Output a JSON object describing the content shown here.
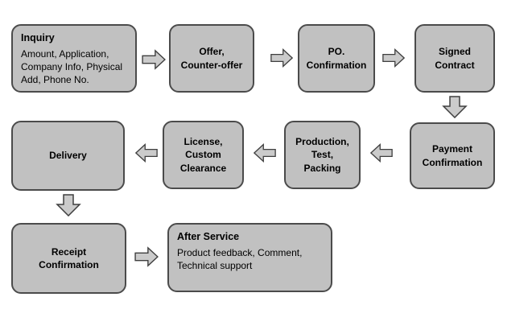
{
  "flowchart": {
    "nodes": {
      "inquiry": {
        "title": "Inquiry",
        "body": "Amount, Application,\nCompany Info, Physical\nAdd, Phone No."
      },
      "offer": {
        "label": "Offer,\nCounter-offer"
      },
      "po_confirmation": {
        "label": "PO.\nConfirmation"
      },
      "signed_contract": {
        "label": "Signed\nContract"
      },
      "payment_confirmation": {
        "label": "Payment\nConfirmation"
      },
      "production": {
        "label": "Production,\nTest,\nPacking"
      },
      "license": {
        "label": "License,\nCustom\nClearance"
      },
      "delivery": {
        "label": "Delivery"
      },
      "receipt_confirmation": {
        "label": "Receipt\nConfirmation"
      },
      "after_service": {
        "title": "After Service",
        "body": "Product feedback, Comment,\nTechnical support"
      }
    },
    "edges": [
      {
        "from": "inquiry",
        "to": "offer",
        "direction": "right"
      },
      {
        "from": "offer",
        "to": "po_confirmation",
        "direction": "right"
      },
      {
        "from": "po_confirmation",
        "to": "signed_contract",
        "direction": "right"
      },
      {
        "from": "signed_contract",
        "to": "payment_confirmation",
        "direction": "down"
      },
      {
        "from": "payment_confirmation",
        "to": "production",
        "direction": "left"
      },
      {
        "from": "production",
        "to": "license",
        "direction": "left"
      },
      {
        "from": "license",
        "to": "delivery",
        "direction": "left"
      },
      {
        "from": "delivery",
        "to": "receipt_confirmation",
        "direction": "down"
      },
      {
        "from": "receipt_confirmation",
        "to": "after_service",
        "direction": "right"
      }
    ],
    "colors": {
      "box_fill": "#c1c1c1",
      "box_border": "#4b4b4b",
      "arrow_fill": "#cbcbcb",
      "arrow_border": "#3f3f3f",
      "background": "#ffffff",
      "text": "#000000"
    }
  }
}
